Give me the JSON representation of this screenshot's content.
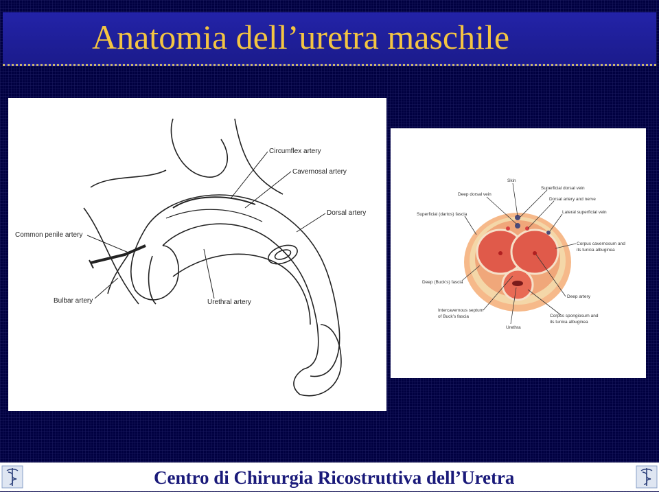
{
  "slide": {
    "title": "Anatomia dell’uretra maschile",
    "footer": "Centro di Chirurgia Ricostruttiva dell’Uretra",
    "logo_icon": "caduceus-logo-icon",
    "accent_title": "#f4c542",
    "background": "#000040"
  },
  "figure_left": {
    "labels": {
      "circumflex": "Circumflex artery",
      "cavernosal": "Cavernosal artery",
      "dorsal": "Dorsal artery",
      "common_penile": "Common penile artery",
      "bulbar": "Bulbar artery",
      "urethral": "Urethral artery"
    }
  },
  "figure_right": {
    "labels": {
      "skin": "Skin",
      "superficial_dorsal_vein": "Superficial dorsal vein",
      "deep_dorsal_vein": "Deep dorsal vein",
      "dorsal_artery_nerve": "Dorsal artery and nerve",
      "dartos": "Superficial (dartos) fascia",
      "lateral_superficial_vein": "Lateral superficial vein",
      "corpus_cavernosum_1": "Corpus cavernosum and",
      "corpus_cavernosum_2": "its tunica albuginea",
      "bucks": "Deep (Buck’s) fascia",
      "deep_artery": "Deep artery",
      "septum_1": "Intercavernous septum",
      "septum_2": "of Buck’s fascia",
      "spongiosum_1": "Corpus spongiosum and",
      "spongiosum_2": "its tunica albuginea",
      "urethra": "Urethra"
    }
  }
}
